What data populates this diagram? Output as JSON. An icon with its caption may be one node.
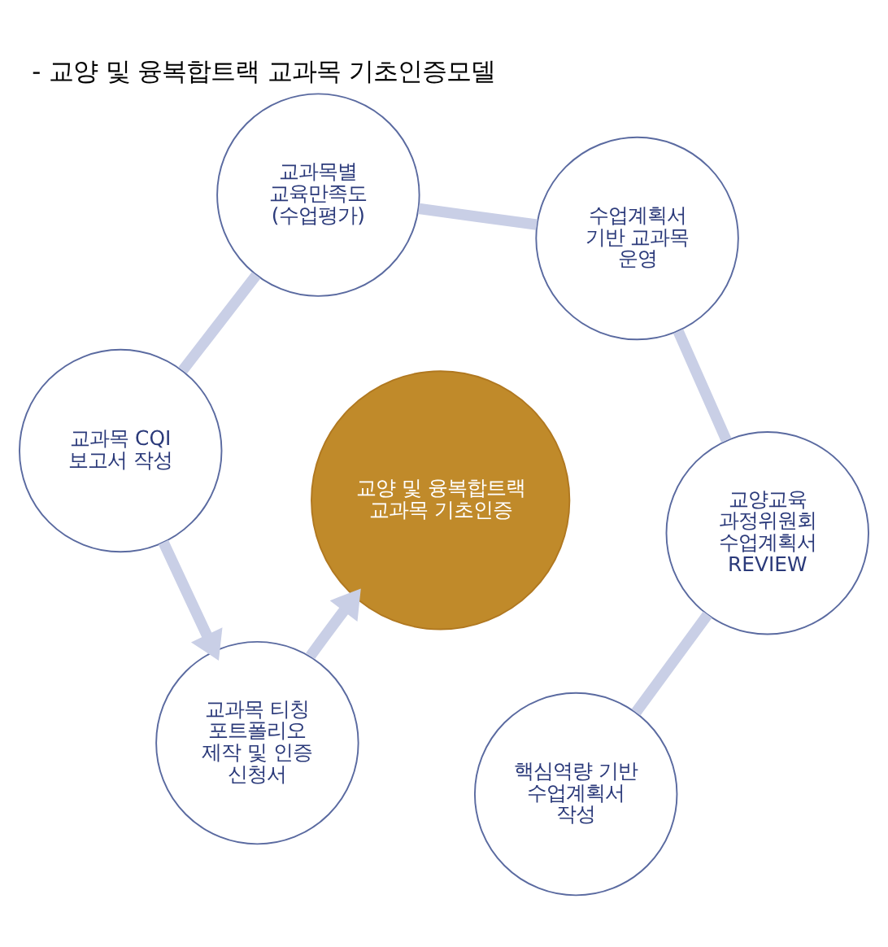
{
  "diagram": {
    "title": "- 교양 및 융복합트랙 교과목 기초인증모델",
    "nodes": [
      {
        "text": [
          "교양 및 융복합트랙 교과목 기초인증"
        ]
      },
      {
        "text": [
          "핵심역량 기반 수업계획서 작성"
        ]
      },
      {
        "text": [
          "교양교육 과정위원회 수업계획서 REVIEW"
        ]
      },
      {
        "text": [
          "수업계획서 기반 교과목 운영"
        ]
      },
      {
        "text": [
          "교과목별 교육만족도 (수업평가)"
        ]
      },
      {
        "text": [
          "교과목 CQI 보고서 작성"
        ]
      },
      {
        "text": [
          "교과목 티칭 포트폴리오 제작 및 인증 신청서"
        ]
      }
    ],
    "edges": [
      {
        "from": 1,
        "to": 2,
        "arrow": "none"
      },
      {
        "from": 2,
        "to": 3,
        "arrow": "none"
      },
      {
        "from": 3,
        "to": 4,
        "arrow": "none"
      },
      {
        "from": 4,
        "to": 5,
        "arrow": "none"
      },
      {
        "from": 5,
        "to": 6,
        "arrow": "to"
      },
      {
        "from": 6,
        "to": 0,
        "arrow": "to"
      }
    ]
  }
}
